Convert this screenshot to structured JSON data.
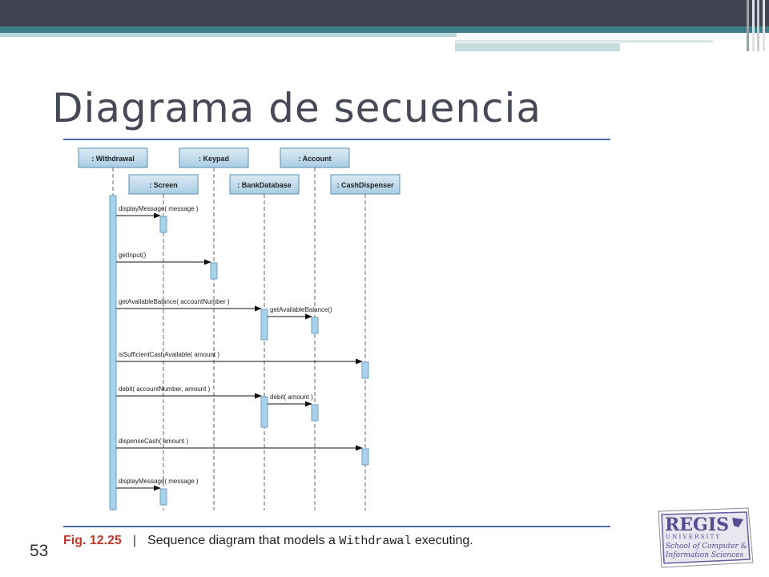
{
  "slide": {
    "title": "Diagrama de secuencia",
    "number": "53"
  },
  "caption": {
    "fig": "Fig. 12.25",
    "separator": "|",
    "before": "Sequence diagram that models a",
    "code": "Withdrawal",
    "after": "executing."
  },
  "logo": {
    "name": "REGIS",
    "line1": "U N I V E R S I T Y",
    "line2": "School of Computer &",
    "line3": "Information Sciences"
  },
  "diagram": {
    "lifelines": [
      {
        "id": "withdrawal",
        "label": ": Withdrawal"
      },
      {
        "id": "screen",
        "label": ": Screen"
      },
      {
        "id": "keypad",
        "label": ": Keypad"
      },
      {
        "id": "bankdb",
        "label": ": BankDatabase"
      },
      {
        "id": "account",
        "label": ": Account"
      },
      {
        "id": "cashdispenser",
        "label": ": CashDispenser"
      }
    ],
    "messages": [
      {
        "from": "withdrawal",
        "to": "screen",
        "label": "displayMessage( message )"
      },
      {
        "from": "withdrawal",
        "to": "keypad",
        "label": "getInput()"
      },
      {
        "from": "withdrawal",
        "to": "bankdb",
        "label": "getAvailableBalance( accountNumber )"
      },
      {
        "from": "bankdb",
        "to": "account",
        "label": "getAvailableBalance()"
      },
      {
        "from": "withdrawal",
        "to": "cashdispenser",
        "label": "isSufficientCashAvailable( amount )"
      },
      {
        "from": "withdrawal",
        "to": "bankdb",
        "label": "debit( accountNumber, amount )"
      },
      {
        "from": "bankdb",
        "to": "account",
        "label": "debit( amount )"
      },
      {
        "from": "withdrawal",
        "to": "cashdispenser",
        "label": "dispenseCash( amount )"
      },
      {
        "from": "withdrawal",
        "to": "screen",
        "label": "displayMessage( message )"
      }
    ]
  }
}
